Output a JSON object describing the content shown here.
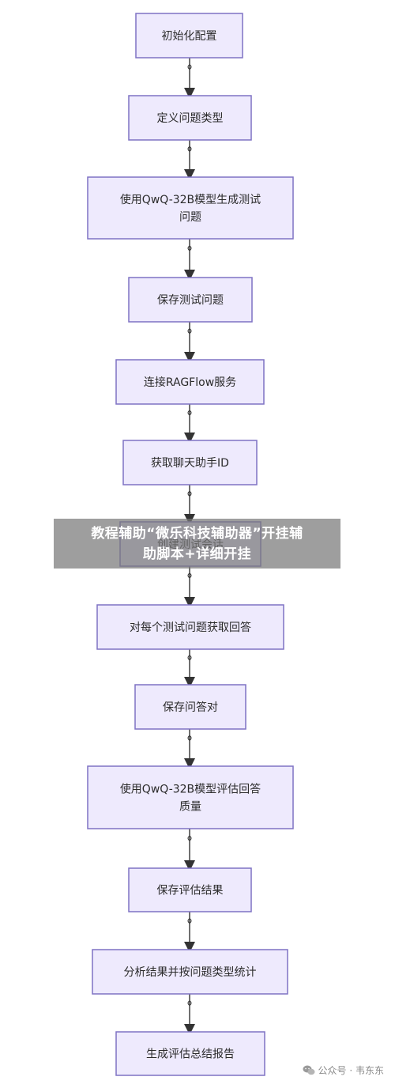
{
  "nodes": [
    {
      "label": [
        "初始化配置"
      ]
    },
    {
      "label": [
        "定义问题类型"
      ]
    },
    {
      "label": [
        "使用QwQ-32B模型生成测试",
        "问题"
      ]
    },
    {
      "label": [
        "保存测试问题"
      ]
    },
    {
      "label": [
        "连接RAGFlow服务"
      ]
    },
    {
      "label": [
        "获取聊天助手ID"
      ]
    },
    {
      "label": [
        "创建测试会话"
      ]
    },
    {
      "label": [
        "对每个测试问题获取回答"
      ]
    },
    {
      "label": [
        "保存问答对"
      ]
    },
    {
      "label": [
        "使用QwQ-32B模型评估回答",
        "质量"
      ]
    },
    {
      "label": [
        "保存评估结果"
      ]
    },
    {
      "label": [
        "分析结果并按问题类型统计"
      ]
    },
    {
      "label": [
        "生成评估总结报告"
      ]
    }
  ],
  "banner": {
    "line1": "教程辅助“微乐科技辅助器”开挂辅",
    "line2": "助脚本+详细开挂"
  },
  "watermark": {
    "text": "公众号 · 韦东东",
    "icon": "wechat-icon"
  },
  "colors": {
    "node_fill": "#eeeafd",
    "node_stroke": "#7f72c4",
    "arrow": "#333333"
  }
}
